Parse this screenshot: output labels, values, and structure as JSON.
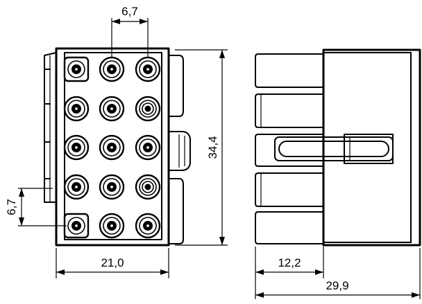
{
  "figure": {
    "dimensions": {
      "pin_pitch_top": "6,7",
      "pin_pitch_left": "6,7",
      "height": "34,4",
      "width_front": "21,0",
      "depth_partial": "12,2",
      "depth_total": "29,9"
    },
    "pin_grid": {
      "rows": 5,
      "columns": 3,
      "contact_types": [
        [
          "square",
          "round",
          "round"
        ],
        [
          "round",
          "round",
          "coded"
        ],
        [
          "round",
          "round",
          "round"
        ],
        [
          "round",
          "round",
          "coded"
        ],
        [
          "square",
          "round",
          "round"
        ]
      ]
    }
  }
}
